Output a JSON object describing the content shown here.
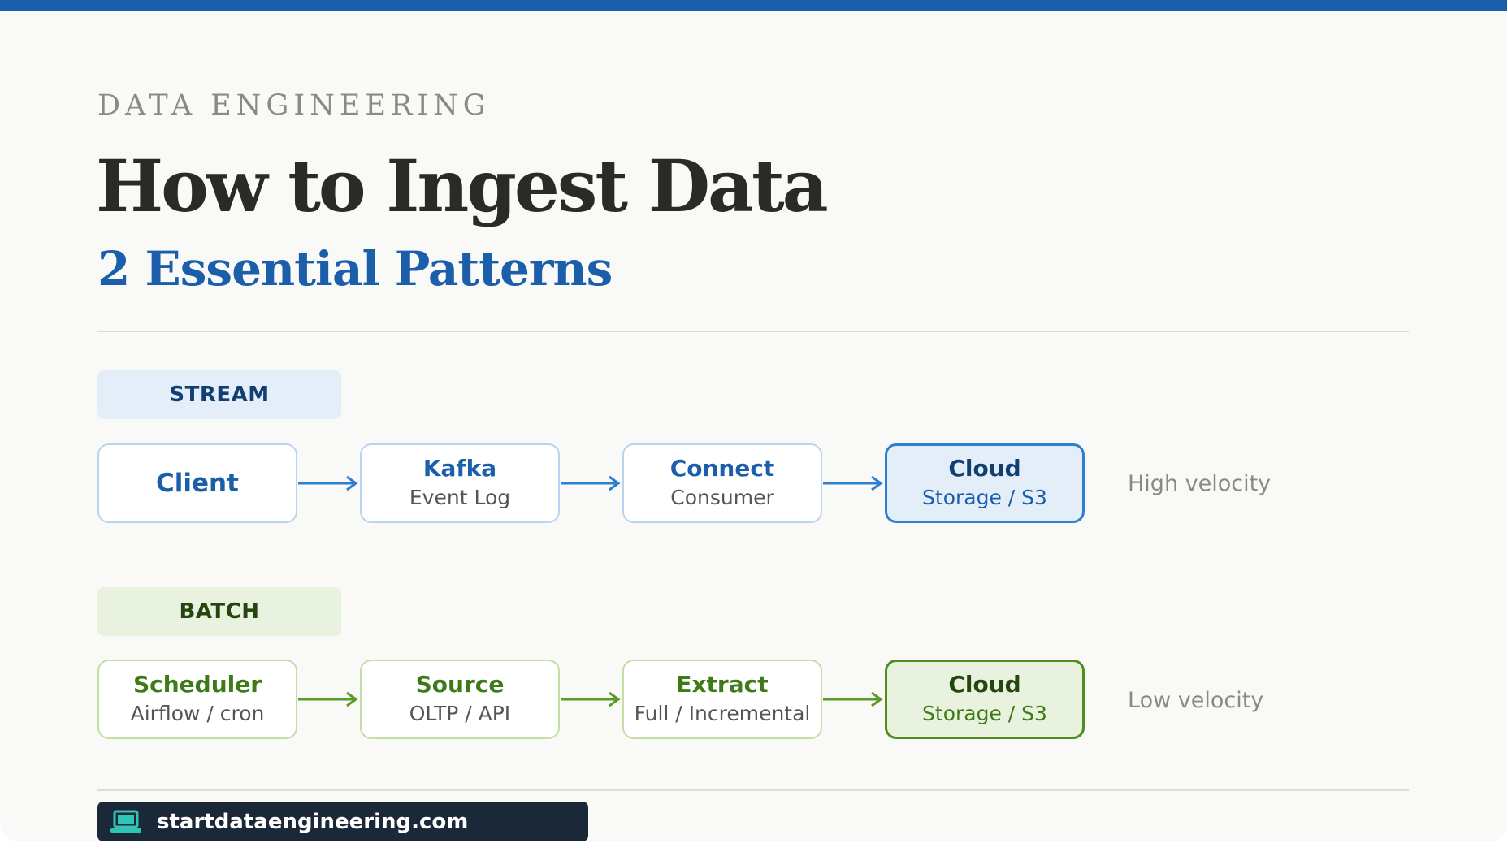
{
  "header": {
    "eyebrow": "DATA ENGINEERING",
    "title": "How to Ingest Data",
    "subtitle": "2 Essential Patterns"
  },
  "stream": {
    "label": "STREAM",
    "color": "#2f7fd0",
    "nodes": [
      {
        "name": "Client",
        "sub": ""
      },
      {
        "name": "Kafka",
        "sub": "Event Log"
      },
      {
        "name": "Connect",
        "sub": "Consumer"
      },
      {
        "name": "Cloud",
        "sub": "Storage / S3"
      }
    ],
    "velocity": "High velocity"
  },
  "batch": {
    "label": "BATCH",
    "color": "#5a9a26",
    "nodes": [
      {
        "name": "Scheduler",
        "sub": "Airflow / cron"
      },
      {
        "name": "Source",
        "sub": "OLTP / API"
      },
      {
        "name": "Extract",
        "sub": "Full / Incremental"
      },
      {
        "name": "Cloud",
        "sub": "Storage / S3"
      }
    ],
    "velocity": "Low velocity"
  },
  "footer": {
    "icon": "laptop-icon",
    "url": "startdataengineering.com",
    "icon_color": "#2ec4b6"
  }
}
